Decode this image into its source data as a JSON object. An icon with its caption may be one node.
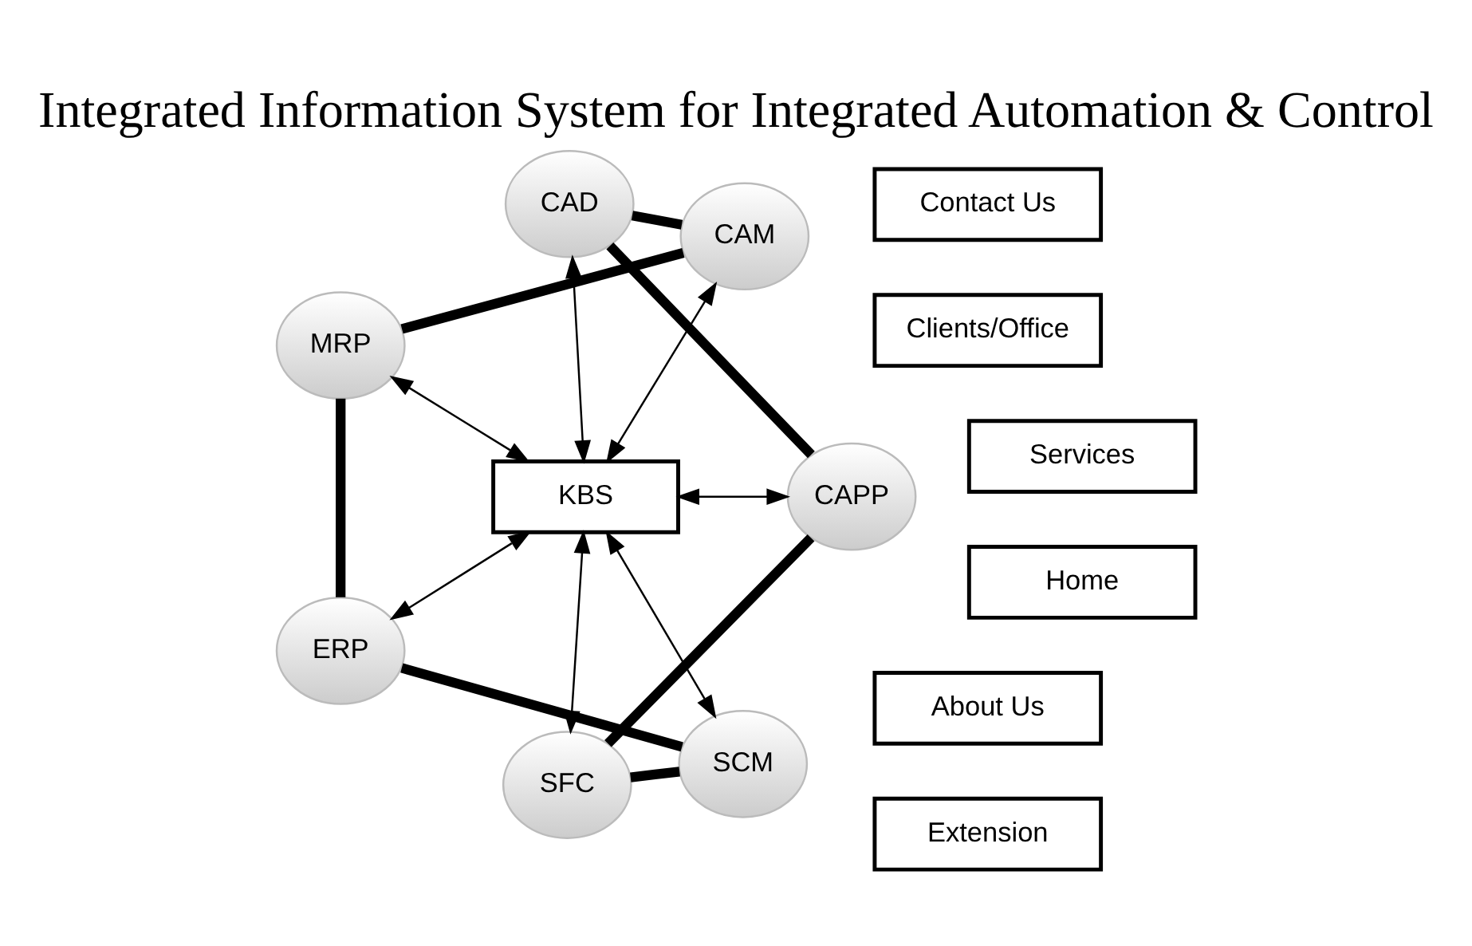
{
  "diagram": {
    "title": "Integrated Information System for Integrated Automation & Control",
    "nodes": [
      {
        "text": [
          "About Us"
        ]
      },
      {
        "text": [
          "Clients/Office"
        ]
      },
      {
        "text": [
          "Contact Us"
        ]
      },
      {
        "text": [
          "Home"
        ]
      },
      {
        "text": [
          "Services"
        ]
      },
      {
        "text": [
          "Extension"
        ]
      },
      {
        "text": [
          "MRP"
        ]
      },
      {
        "text": [
          "CAM"
        ]
      },
      {
        "text": [
          "ERP"
        ]
      },
      {
        "text": [
          "KBS"
        ]
      },
      {
        "text": [
          "SCM"
        ]
      },
      {
        "text": [
          "CAD"
        ]
      },
      {
        "text": [
          "SFC"
        ]
      },
      {
        "text": [
          "CAPP"
        ]
      }
    ],
    "edges": [
      {
        "from": 6,
        "to": 9,
        "arrow": "both"
      },
      {
        "from": 7,
        "to": 9,
        "arrow": "both"
      },
      {
        "from": 8,
        "to": 9,
        "arrow": "both"
      },
      {
        "from": 10,
        "to": 9,
        "arrow": "both"
      },
      {
        "from": 11,
        "to": 9,
        "arrow": "both"
      },
      {
        "from": 12,
        "to": 9,
        "arrow": "both"
      },
      {
        "from": 13,
        "to": 9,
        "arrow": "both"
      },
      {
        "from": 6,
        "to": 8,
        "arrow": "none",
        "style": "thick"
      },
      {
        "from": 8,
        "to": 10,
        "arrow": "none",
        "style": "thick"
      },
      {
        "from": 10,
        "to": 12,
        "arrow": "none",
        "style": "thick"
      },
      {
        "from": 12,
        "to": 13,
        "arrow": "none",
        "style": "thick"
      },
      {
        "from": 13,
        "to": 11,
        "arrow": "none",
        "style": "thick"
      },
      {
        "from": 11,
        "to": 7,
        "arrow": "none",
        "style": "thick"
      },
      {
        "from": 7,
        "to": 6,
        "arrow": "none",
        "style": "thick"
      }
    ]
  }
}
